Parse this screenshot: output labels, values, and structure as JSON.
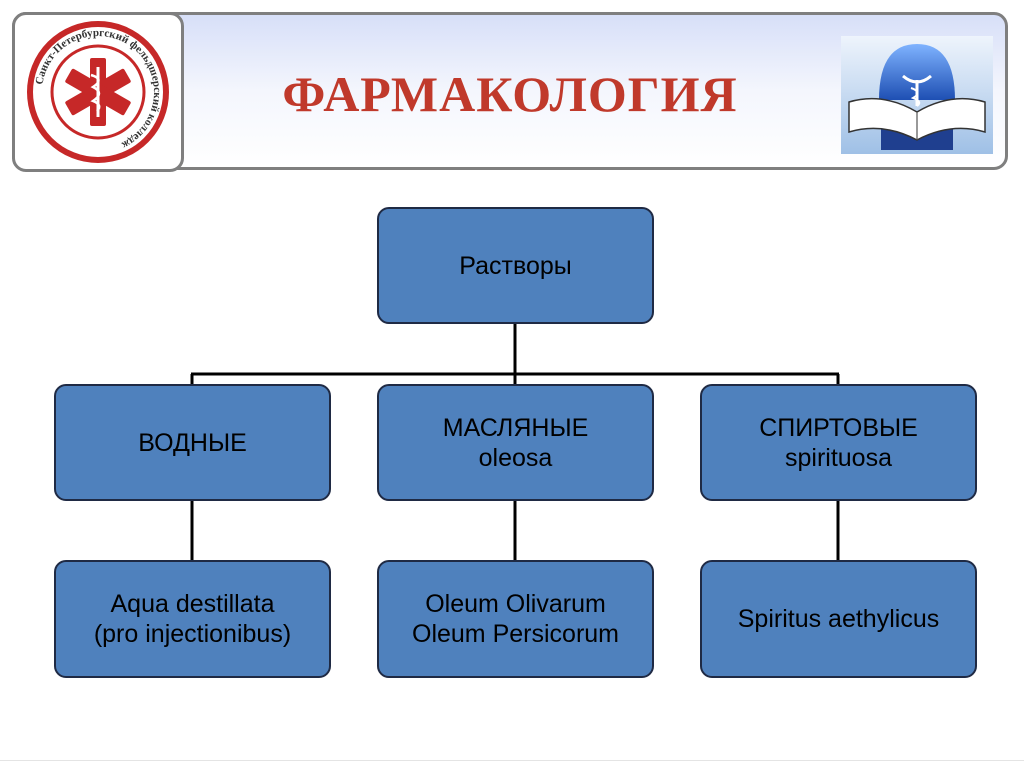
{
  "header": {
    "title": "ФАРМАКОЛОГИЯ",
    "logo_text": "Санкт-Петербургский фельдшерский колледж",
    "logo_icon": "star-of-life-icon",
    "corner_icon": "pharmacy-book-icon",
    "title_color": "#c0392b"
  },
  "diagram": {
    "root": {
      "label": "Растворы"
    },
    "categories": [
      {
        "line1": "ВОДНЫЕ",
        "line2": ""
      },
      {
        "line1": "МАСЛЯНЫЕ",
        "line2": "oleosa"
      },
      {
        "line1": "СПИРТОВЫЕ",
        "line2": "spirituosa"
      }
    ],
    "examples": [
      {
        "line1": "Aqua destillata",
        "line2": "(pro injectionibus)"
      },
      {
        "line1": "Oleum Olivarum",
        "line2": "Oleum Persicorum"
      },
      {
        "line1": "Spiritus aethylicus",
        "line2": ""
      }
    ],
    "box_color": "#4f81bd"
  }
}
